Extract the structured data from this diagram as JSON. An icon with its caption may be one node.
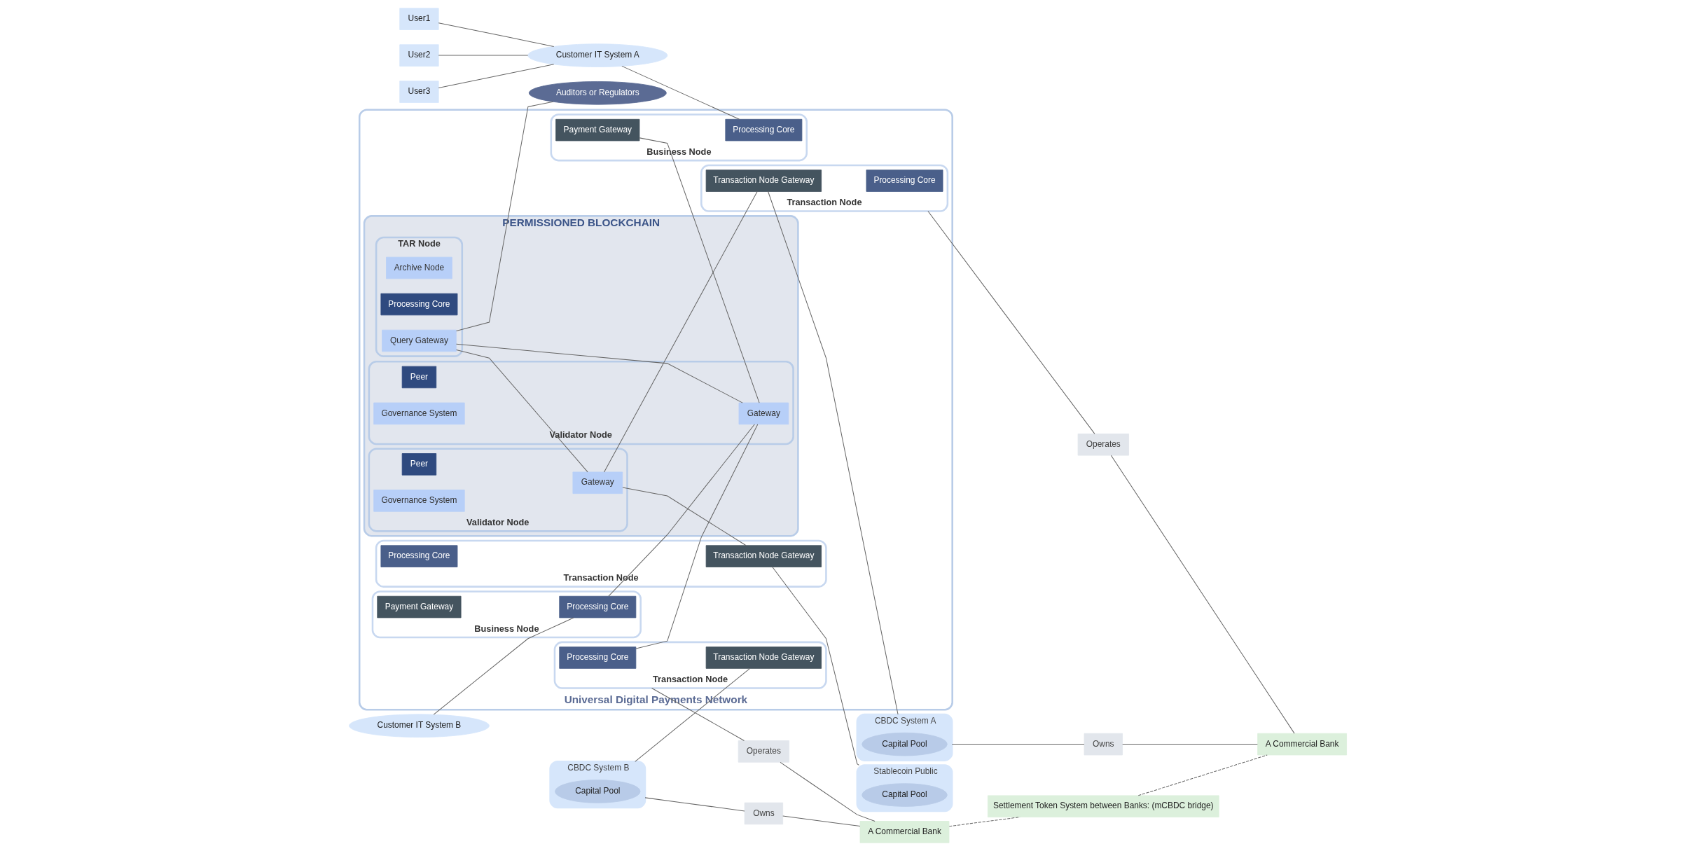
{
  "diagram": {
    "nodes": [
      {
        "text": [
          "Universal Digital Payments Network"
        ]
      },
      {
        "text": [
          "Business Node"
        ],
        "in": 0
      },
      {
        "text": [
          "Payment Gateway"
        ],
        "in": 1
      },
      {
        "text": [
          "Processing Core"
        ],
        "in": 1
      },
      {
        "text": [
          "Business Node"
        ],
        "in": 0
      },
      {
        "text": [
          "Payment Gateway"
        ],
        "in": 4
      },
      {
        "text": [
          "Processing Core"
        ],
        "in": 4
      },
      {
        "text": [
          "Transaction Node"
        ],
        "in": 0
      },
      {
        "text": [
          "Processing Core"
        ],
        "in": 7
      },
      {
        "text": [
          "Transaction Node Gateway"
        ],
        "in": 7
      },
      {
        "text": [
          "PERMISSIONED BLOCKCHAIN"
        ],
        "in": 0
      },
      {
        "text": [
          "TAR Node"
        ],
        "in": 10
      },
      {
        "text": [
          "Archive Node"
        ],
        "in": 11
      },
      {
        "text": [
          "Processing Core"
        ],
        "in": 11
      },
      {
        "text": [
          "Query Gateway"
        ],
        "in": 11
      },
      {
        "text": [
          "Validator Node"
        ],
        "in": 10
      },
      {
        "text": [
          "Gateway"
        ],
        "in": 15
      },
      {
        "text": [
          "Peer"
        ],
        "in": 15
      },
      {
        "text": [
          "Governance System"
        ],
        "in": 15
      },
      {
        "text": [
          "Validator Node"
        ],
        "in": 10
      },
      {
        "text": [
          "Peer"
        ],
        "in": 19
      },
      {
        "text": [
          "Gateway"
        ],
        "in": 19
      },
      {
        "text": [
          "Governance System"
        ],
        "in": 19
      },
      {
        "text": [
          "Transaction Node"
        ],
        "in": 0
      },
      {
        "text": [
          "Processing Core"
        ],
        "in": 23
      },
      {
        "text": [
          "Transaction Node Gateway"
        ],
        "in": 23
      },
      {
        "text": [
          "Transaction Node"
        ],
        "in": 0
      },
      {
        "text": [
          "Processing Core"
        ],
        "in": 26
      },
      {
        "text": [
          "Transaction Node Gateway"
        ],
        "in": 26
      },
      {
        "text": [
          "User1"
        ]
      },
      {
        "text": [
          "User2"
        ]
      },
      {
        "text": [
          "User3"
        ]
      },
      {
        "text": [
          "Customer IT System A"
        ]
      },
      {
        "text": [
          "Customer IT System B"
        ]
      },
      {
        "text": [
          "CBDC System B"
        ]
      },
      {
        "text": [
          "Capital Pool"
        ],
        "in": 34
      },
      {
        "text": [
          "Auditors or Regulators"
        ]
      },
      {
        "text": [
          "Stablecoin Public"
        ]
      },
      {
        "text": [
          "Capital Pool"
        ],
        "in": 37
      },
      {
        "text": [
          "CBDC System A"
        ]
      },
      {
        "text": [
          "Capital Pool"
        ],
        "in": 39
      },
      {
        "text": [
          "Operates"
        ]
      },
      {
        "text": [
          "Operates"
        ]
      },
      {
        "text": [
          "Owns"
        ]
      },
      {
        "text": [
          "A Commercial Bank"
        ]
      },
      {
        "text": [
          "A Commercial Bank"
        ]
      },
      {
        "text": [
          "Owns"
        ]
      },
      {
        "text": [
          "Settlement Token System between Banks: (mCBDC bridge)"
        ]
      }
    ],
    "edges": [
      {
        "from": 29,
        "to": 32,
        "arrow": "none"
      },
      {
        "from": 30,
        "to": 32,
        "arrow": "none"
      },
      {
        "from": 31,
        "to": 32,
        "arrow": "none"
      },
      {
        "from": 32,
        "to": 3,
        "arrow": "none"
      },
      {
        "from": 33,
        "to": 6,
        "arrow": "none"
      },
      {
        "from": 34,
        "to": 9,
        "arrow": "none"
      },
      {
        "from": 2,
        "to": 16,
        "arrow": "none"
      },
      {
        "from": 6,
        "to": 16,
        "arrow": "none"
      },
      {
        "from": 8,
        "to": 16,
        "arrow": "none"
      },
      {
        "from": 14,
        "to": 16,
        "arrow": "none"
      },
      {
        "from": 14,
        "to": 21,
        "arrow": "none"
      },
      {
        "from": 14,
        "to": 36,
        "arrow": "none"
      },
      {
        "from": 21,
        "to": 25,
        "arrow": "none"
      },
      {
        "from": 21,
        "to": 28,
        "arrow": "none"
      },
      {
        "from": 25,
        "to": 37,
        "arrow": "none"
      },
      {
        "from": 28,
        "to": 39,
        "arrow": "none"
      },
      {
        "from": 7,
        "to": 41,
        "arrow": "none"
      },
      {
        "from": 41,
        "to": 44,
        "arrow": "none"
      },
      {
        "from": 26,
        "to": 42,
        "arrow": "none"
      },
      {
        "from": 42,
        "to": 45,
        "arrow": "none"
      },
      {
        "from": 34,
        "to": 43,
        "arrow": "none"
      },
      {
        "from": 43,
        "to": 44,
        "arrow": "none"
      },
      {
        "from": 39,
        "to": 46,
        "arrow": "none"
      },
      {
        "from": 46,
        "to": 45,
        "arrow": "none"
      },
      {
        "from": 44,
        "to": 47,
        "arrow": "none",
        "style": "dashed"
      },
      {
        "from": 47,
        "to": 45,
        "arrow": "none",
        "style": "dashed"
      }
    ]
  }
}
